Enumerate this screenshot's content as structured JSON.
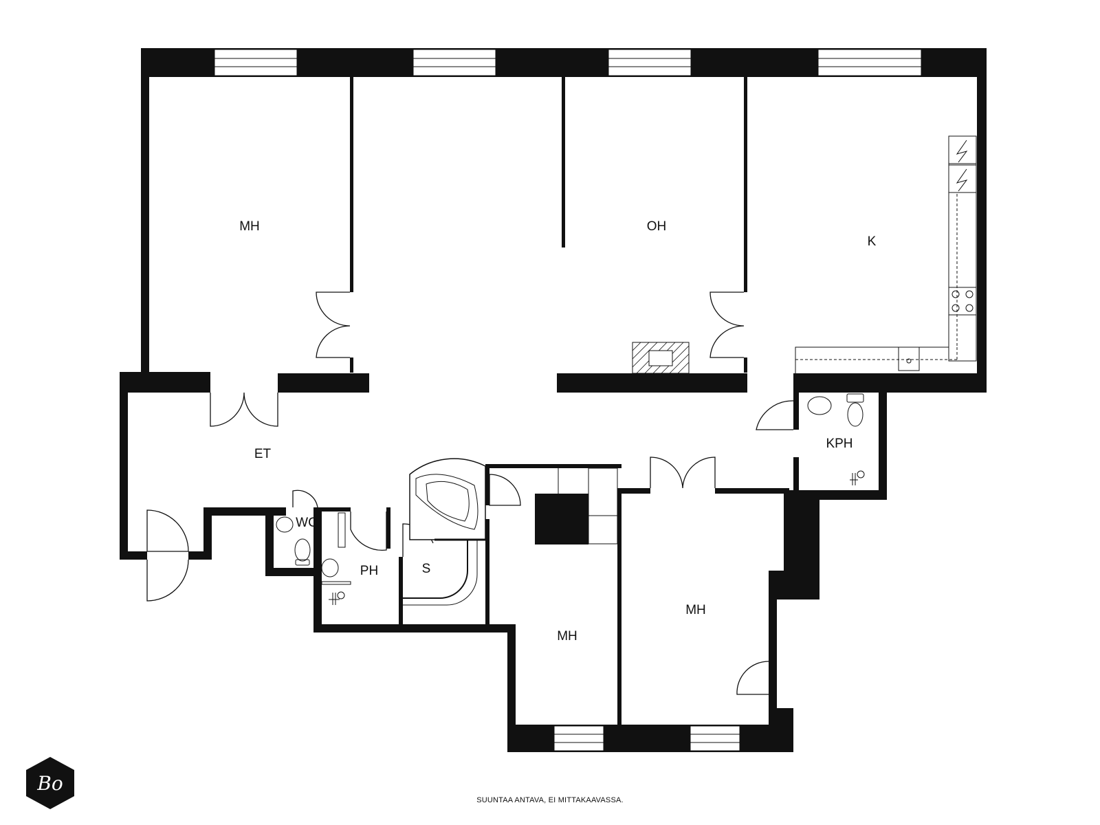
{
  "rooms": {
    "mh_top_left": "MH",
    "oh": "OH",
    "k": "K",
    "et": "ET",
    "kph": "KPH",
    "wc": "WC",
    "ph": "PH",
    "s": "S",
    "mh_bottom_middle": "MH",
    "mh_bottom_right": "MH"
  },
  "footer": {
    "note": "SUUNTAA ANTAVA, EI MITTAKAAVASSA."
  },
  "logo": {
    "mark": "Bo"
  },
  "colors": {
    "wall": "#111111",
    "background": "#ffffff"
  }
}
